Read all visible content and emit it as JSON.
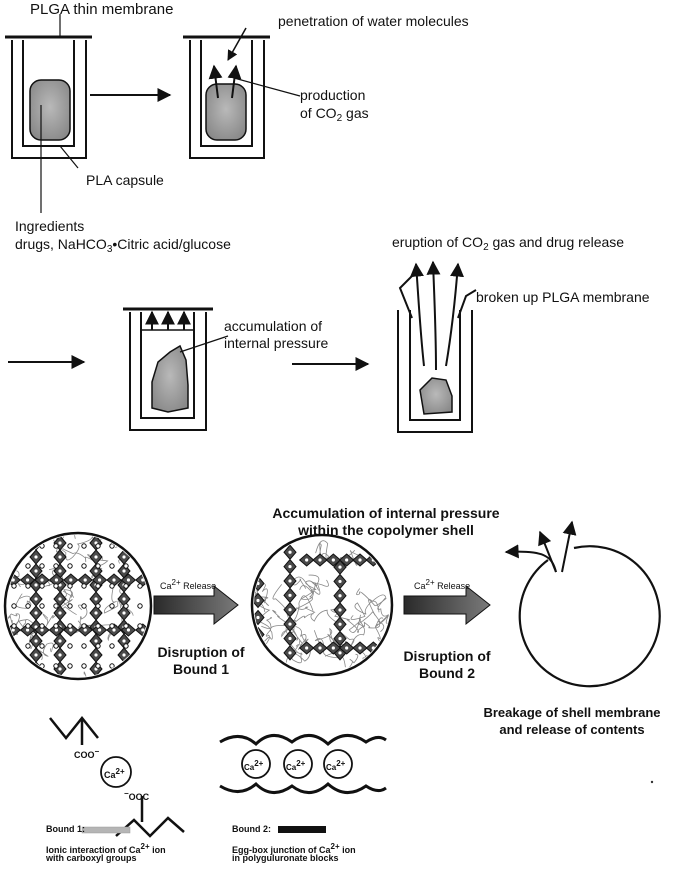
{
  "top": {
    "plga_membrane": "PLGA thin membrane",
    "water_penetration": "penetration of water molecules",
    "production_line1": "production",
    "production_line2_pre": "of CO",
    "production_line2_sub": "2",
    "production_line2_post": " gas",
    "pla_capsule": "PLA capsule",
    "ingredients_line1": "Ingredients",
    "ingredients_line2_pre": "drugs, NaHCO",
    "ingredients_line2_sub": "3",
    "ingredients_line2_post": "•Citric acid/glucose",
    "eruption_pre": "eruption of CO",
    "eruption_sub": "2",
    "eruption_post": " gas and drug release",
    "broken_membrane": "broken up PLGA membrane",
    "accumulation_line1": "accumulation of",
    "accumulation_line2": "internal pressure"
  },
  "bottom": {
    "accum_title_line1": "Accumulation of internal pressure",
    "accum_title_line2": "within the copolymer shell",
    "release1_pre": "Ca",
    "release1_sup": "2+",
    "release1_post": " Release",
    "release2_pre": "Ca",
    "release2_sup": "2+",
    "release2_post": " Release",
    "disruption1_line1": "Disruption of",
    "disruption1_line2": "Bound 1",
    "disruption2_line1": "Disruption of",
    "disruption2_line2": "Bound 2",
    "breakage_line1": "Breakage of shell membrane",
    "breakage_line2": "and release of contents",
    "coo": "COO",
    "coo_sup": "−",
    "ooc_sup": "−",
    "ooc": "OOC",
    "ca_ion": "Ca",
    "ca_ion_sup": "2+",
    "bound1_label": "Bound 1:",
    "bound1_desc1_pre": "Ionic interaction of Ca",
    "bound1_desc1_sup": "2+",
    "bound1_desc1_post": " ion",
    "bound1_desc2": "with carboxyl groups",
    "bound2_label": "Bound 2:",
    "bound2_desc1_pre": "Egg-box junction of Ca",
    "bound2_desc1_sup": "2+",
    "bound2_desc1_post": " ion",
    "bound2_desc2": "in polyguluronate blocks"
  }
}
